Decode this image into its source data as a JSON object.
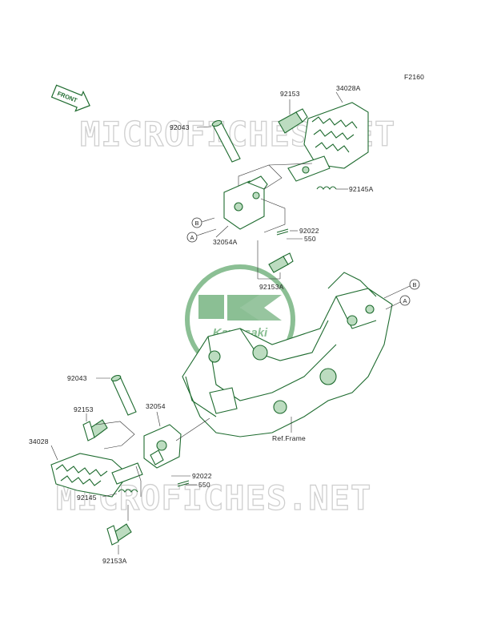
{
  "figure_code": "F2160",
  "front_label": "FRONT",
  "logo_text": "Kawasaki",
  "watermarks": [
    "MICROFICHES.NET",
    "MICROFICHES.NET"
  ],
  "ref_frame": "Ref.Frame",
  "callouts": {
    "a": "A",
    "b": "B"
  },
  "parts": {
    "p92153_top": "92153",
    "p34028A": "34028A",
    "p92043_top": "92043",
    "p92145A": "92145A",
    "p92022_top": "92022",
    "p550_top": "550",
    "p32054A": "32054A",
    "p92153A_top": "92153A",
    "p92043_bot": "92043",
    "p92153_bot": "92153",
    "p32054": "32054",
    "p34028": "34028",
    "p92022_bot": "92022",
    "p550_bot": "550",
    "p92145": "92145",
    "p92153A_bot": "92153A"
  },
  "colors": {
    "line": "#1e6b2f",
    "fill": "#bcdcc0",
    "logo": "#2e8b3e",
    "watermark": "#cfcfcf"
  }
}
